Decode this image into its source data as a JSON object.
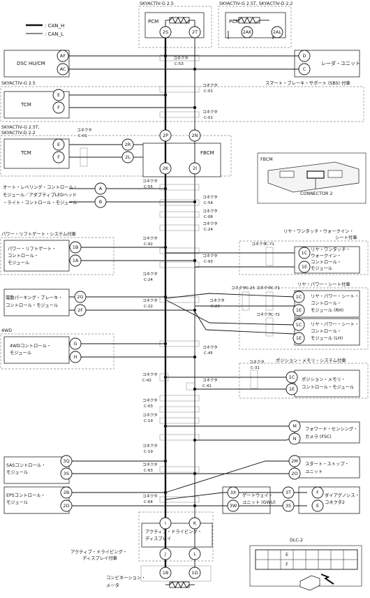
{
  "legend": {
    "can_h": ": CAN_H",
    "can_l": ": CAN_L"
  },
  "headers": {
    "pcm_a": "SKYACTIV-G 2.5",
    "pcm_b": "SKYACTIV-G 2.5T, SKYACTIV-D 2.2",
    "tcm_a": "SKYACTIV-G 2.5",
    "tcm_b1": "SKYACTIV-G 2.5T,",
    "tcm_b2": "SKYACTIV-D 2.2",
    "liftgate": "パワー・リフトゲート・システム付車",
    "walkin1": "リヤ・ワンタッチ・ウォークイン・",
    "walkin2": "シート付車",
    "rearseat": "リヤ・パワー・シート付車",
    "fourwd": "4WD",
    "posmem": "ポジション・メモリ・システム付車",
    "sbs": "スマート・ブレーキ・サポート (SBS) 付車",
    "ad": "アクティブ・ドライビング・",
    "ad2": "ディスプレイ付車",
    "fbcm_inset": "FBCM",
    "connector2": "CONNECTOR 2",
    "dlc2": "DLC-2"
  },
  "modules": {
    "pcm": "PCM",
    "dsc": "DSC HU/CM",
    "radar": "レーダ・ユニット",
    "tcm": "TCM",
    "fbcm": "FBCM",
    "auto_level": [
      "オート・レベリング・コントロール・",
      "モジュール／アダプティブLEDヘッド",
      "・ライト・コントロール・モジュール"
    ],
    "liftgate_mod": [
      "パワー・リフトゲート・",
      "コントロール・",
      "モジュール"
    ],
    "walkin_mod": [
      "リヤ・ワンタッチ・",
      "ウォークイン・",
      "コントロール・",
      "モジュール"
    ],
    "epb": [
      "電動パーキング・ブレーキ・",
      "コントロール・モジュール"
    ],
    "seat_rh": [
      "リヤ・パワー・シート・",
      "コントロール・",
      "モジュール (RH)"
    ],
    "seat_lh": [
      "リヤ・パワー・シート・",
      "コントロール・",
      "モジュール (LH)"
    ],
    "fourwd_mod": [
      "4WDコントロール・",
      "モジュール"
    ],
    "posmem_mod": [
      "ポジション・メモリ・",
      "コントロール・モジュール"
    ],
    "fsc": [
      "フォワード・センシング・",
      "カメラ (FSC)"
    ],
    "sas": [
      "SASコントロール・",
      "モジュール"
    ],
    "ss": [
      "スタート・ストップ・",
      "ユニット"
    ],
    "eps": [
      "EPSコントロール・",
      "モジュール"
    ],
    "gwu": [
      "ゲートウェイ・",
      "ユニット (GWU)"
    ],
    "dlc": [
      "ダイアグノシス・",
      "コネクタ2"
    ],
    "ad_mod": [
      "アクティブ・ドライビング・",
      "ディスプレイ"
    ],
    "meter": [
      "コンビネーション・",
      "メータ"
    ]
  },
  "connector_word": "コネクタ",
  "connector_ids": {
    "c53": "C-53",
    "c01": "C-01",
    "c55": "C-55",
    "c54": "C-54",
    "c08": "C-08",
    "c24": "C-24",
    "c92": "C-92",
    "c93": "C-93",
    "c22": "C-22",
    "c23": "C-23",
    "c25": "C-25",
    "c71": "C-71",
    "c72": "C-72",
    "c45": "C-45",
    "c42": "C-42",
    "c41": "C-41",
    "c31": "C-31",
    "c03": "C-03",
    "c19": "C-19",
    "c63": "C-63",
    "c64": "C-64"
  },
  "pins": {
    "p2s": "2S",
    "p2t": "2T",
    "p2ak": "2AK",
    "p2al": "2AL",
    "af": "AF",
    "ac": "AC",
    "d": "D",
    "c": "C",
    "e": "E",
    "f": "F",
    "p2r": "2R",
    "p2l": "2L",
    "p2p": "2P",
    "p2n": "2N",
    "p2k": "2K",
    "p2i": "2I",
    "a": "A",
    "b": "B",
    "p1b": "1B",
    "p1a": "1A",
    "p1c": "1C",
    "p1e": "1E",
    "p2g": "2G",
    "p2f": "2F",
    "g": "G",
    "h": "H",
    "m": "M",
    "n": "N",
    "p3q": "3Q",
    "p3s": "3S",
    "p2m": "2M",
    "p2o": "2O",
    "p2b": "2B",
    "p2d": "2D",
    "p3x": "3X",
    "p3w": "3W",
    "p3t": "3T",
    "i": "I",
    "k": "K",
    "j": "J",
    "l": "L",
    "p1d": "1D"
  },
  "dlc_cells": [
    "E",
    "F"
  ]
}
